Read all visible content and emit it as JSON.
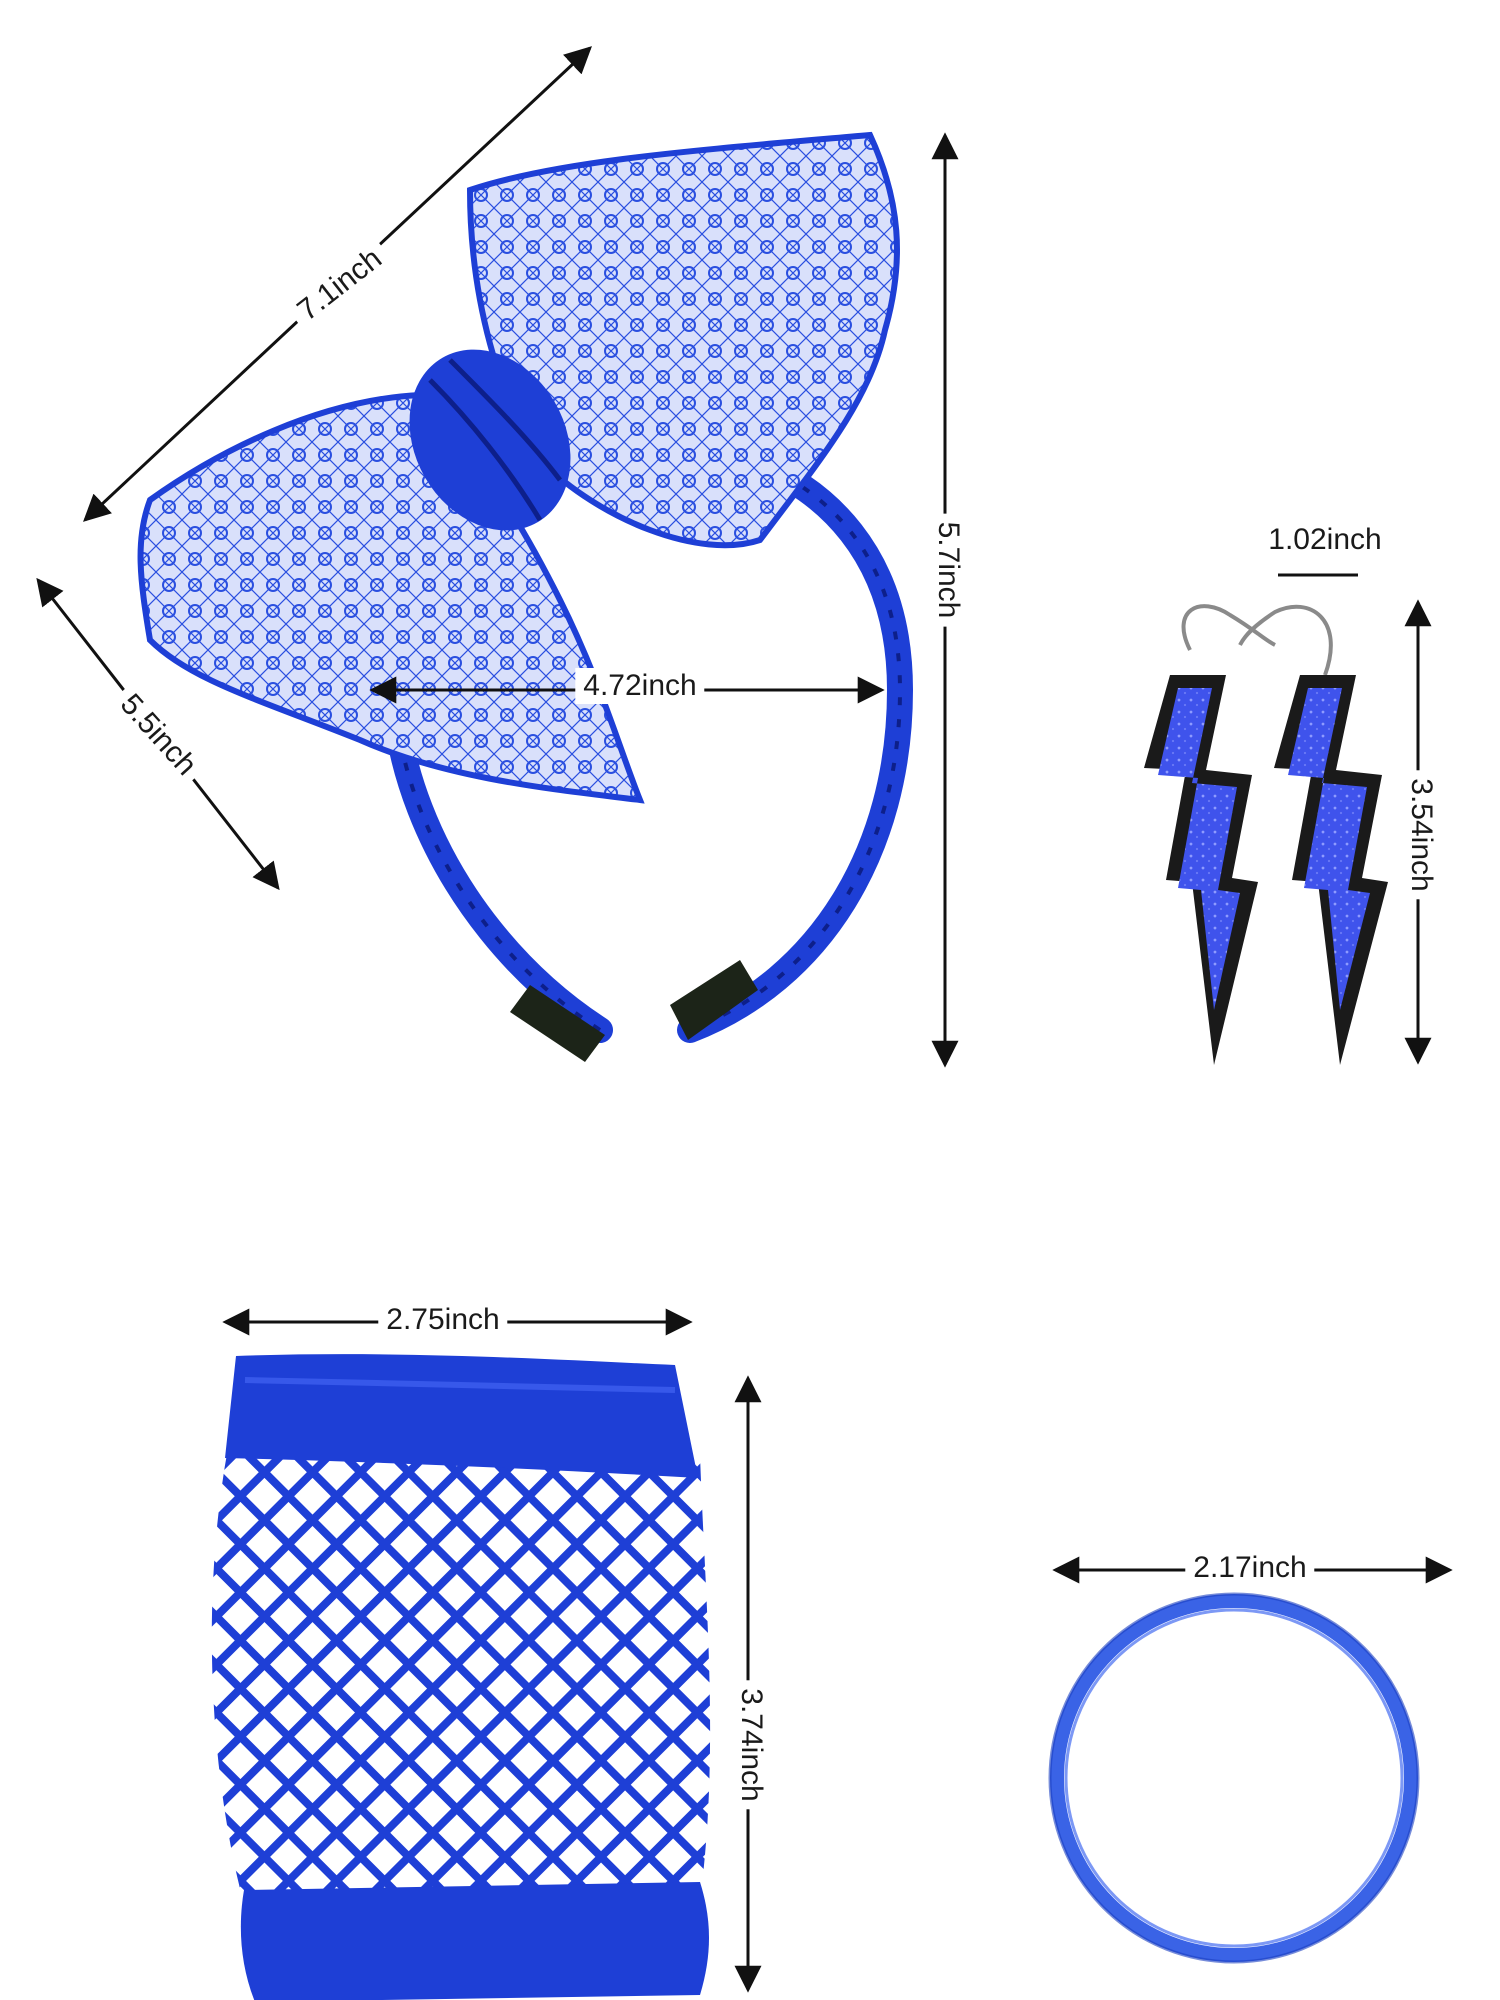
{
  "colors": {
    "product_blue": "#1e3fd6",
    "lace_blue": "#2a4fe0",
    "glitter_blue": "#4a5cf0",
    "earring_black": "#1a1a1a",
    "headband_tip": "#1c2418",
    "bracelet_blue": "#3a63e6",
    "arrow_black": "#111111",
    "background": "#ffffff"
  },
  "products": {
    "headband": {
      "name_icon": "lace-bow-headband",
      "dims": {
        "bow_diagonal": "7.1inch",
        "bow_side": "5.5inch",
        "band_width": "4.72inch",
        "total_height": "5.7inch"
      }
    },
    "earrings": {
      "name_icon": "lightning-bolt-earrings",
      "dims": {
        "width": "1.02inch",
        "height": "3.54inch"
      }
    },
    "gloves": {
      "name_icon": "fishnet-glove",
      "dims": {
        "width": "2.75inch",
        "height": "3.74inch"
      }
    },
    "bracelet": {
      "name_icon": "jelly-bangle-bracelet",
      "dims": {
        "width": "2.17inch"
      }
    }
  }
}
